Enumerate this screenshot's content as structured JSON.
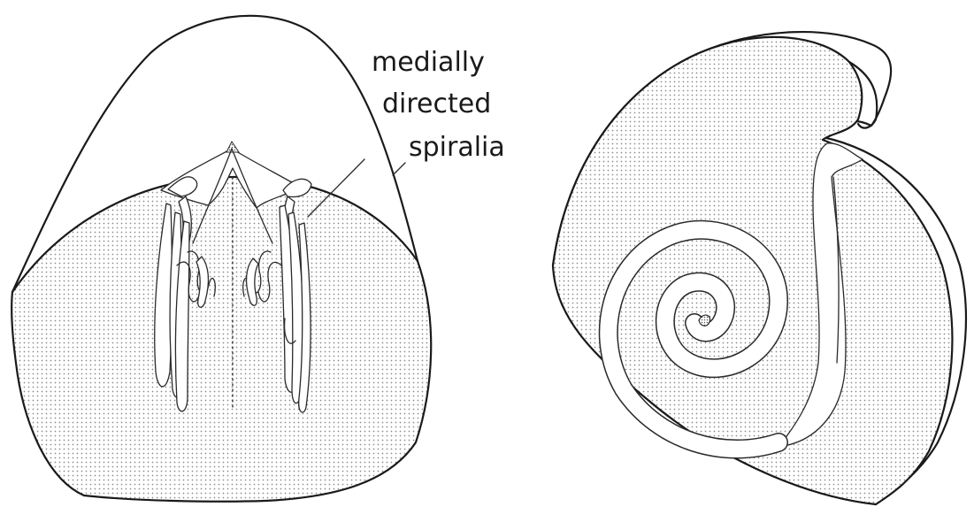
{
  "figure": {
    "left_view": {
      "callout_label": {
        "line1": "medially",
        "line2": "directed",
        "line3": "spiralia"
      }
    }
  }
}
